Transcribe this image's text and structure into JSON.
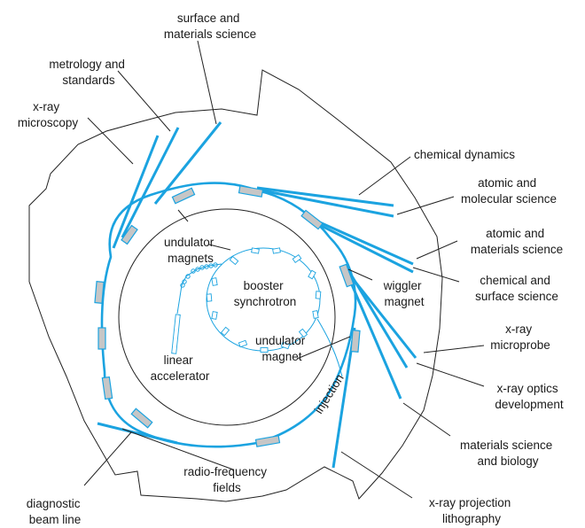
{
  "labels": {
    "surface_materials": [
      "surface and",
      "materials science"
    ],
    "metrology": [
      "metrology and",
      "standards"
    ],
    "xray_microscopy": [
      "x-ray",
      "microscopy"
    ],
    "chemical_dynamics": [
      "chemical dynamics"
    ],
    "atomic_molecular": [
      "atomic and",
      "molecular science"
    ],
    "atomic_materials": [
      "atomic and",
      "materials science"
    ],
    "chemical_surface": [
      "chemical and",
      "surface science"
    ],
    "xray_microprobe": [
      "x-ray",
      "microprobe"
    ],
    "xray_optics": [
      "x-ray optics",
      "development"
    ],
    "materials_biology": [
      "materials science",
      "and biology"
    ],
    "xray_projection": [
      "x-ray projection",
      "lithography"
    ],
    "radio_frequency": [
      "radio-frequency",
      "fields"
    ],
    "diagnostic": [
      "diagnostic",
      "beam line"
    ],
    "undulator_magnets": [
      "undulator",
      "magnets"
    ],
    "booster": [
      "booster",
      "synchrotron"
    ],
    "wiggler": [
      "wiggler",
      "magnet"
    ],
    "linear_accelerator": [
      "linear",
      "accelerator"
    ],
    "undulator_magnet": [
      "undulator",
      "magnet"
    ],
    "injection": "injection"
  },
  "colors": {
    "beam": "#1ba3e0",
    "magnet_fill": "#c6c6c6",
    "outline": "#222222"
  }
}
